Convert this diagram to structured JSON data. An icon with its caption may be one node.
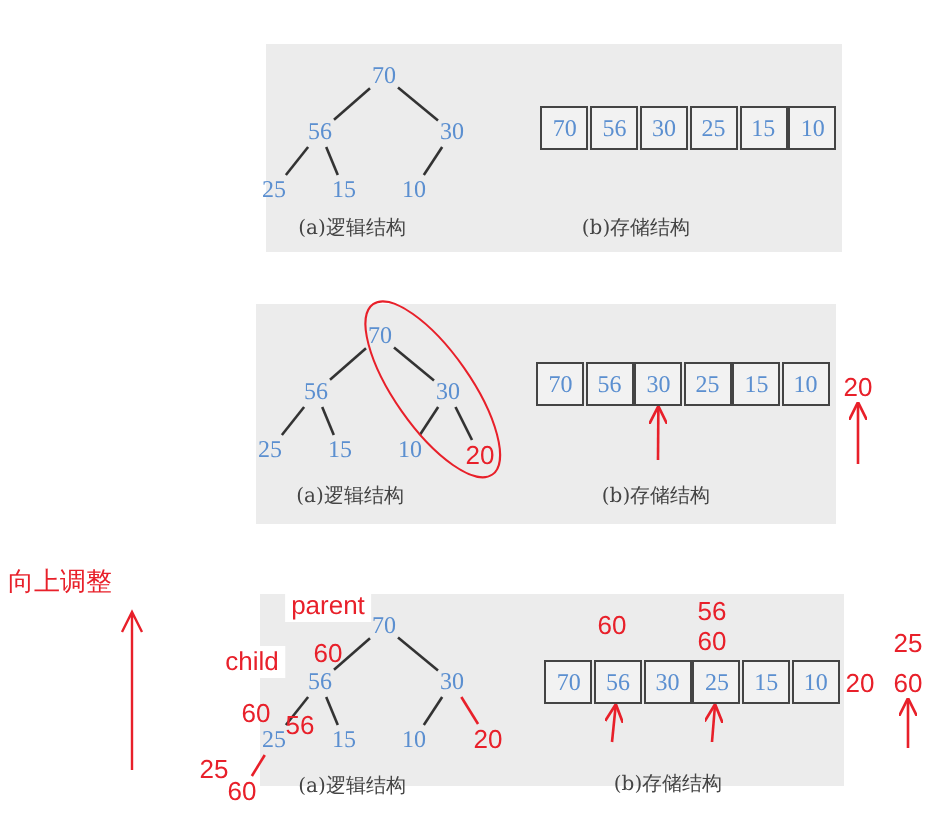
{
  "diagram": {
    "nodes": [
      {
        "text": [
          "70"
        ]
      },
      {
        "text": [
          "56"
        ]
      },
      {
        "text": [
          "30"
        ]
      },
      {
        "text": [
          "25"
        ]
      },
      {
        "text": [
          "15"
        ]
      },
      {
        "text": [
          "10"
        ]
      },
      {
        "text": [
          "70"
        ]
      },
      {
        "text": [
          "56"
        ]
      },
      {
        "text": [
          "30"
        ]
      },
      {
        "text": [
          "25"
        ]
      },
      {
        "text": [
          "15"
        ]
      },
      {
        "text": [
          "10"
        ]
      },
      {
        "text": [
          "70"
        ]
      },
      {
        "text": [
          "56"
        ]
      },
      {
        "text": [
          "30"
        ]
      },
      {
        "text": [
          "25"
        ]
      },
      {
        "text": [
          "15"
        ]
      },
      {
        "text": [
          "10"
        ]
      },
      {
        "text": [
          "20"
        ]
      },
      {
        "text": [
          "70"
        ]
      },
      {
        "text": [
          "56"
        ]
      },
      {
        "text": [
          "30"
        ]
      },
      {
        "text": [
          "25"
        ]
      },
      {
        "text": [
          "15"
        ]
      },
      {
        "text": [
          "10"
        ]
      },
      {
        "text": [
          "20"
        ]
      },
      {
        "text": [
          "70"
        ]
      },
      {
        "text": [
          "56"
        ]
      },
      {
        "text": [
          "30"
        ]
      },
      {
        "text": [
          "25"
        ]
      },
      {
        "text": [
          "15"
        ]
      },
      {
        "text": [
          "10"
        ]
      },
      {
        "text": [
          "20"
        ]
      },
      {
        "text": [
          "60"
        ]
      },
      {
        "text": [
          "70"
        ]
      },
      {
        "text": [
          "56"
        ]
      },
      {
        "text": [
          "30"
        ]
      },
      {
        "text": [
          "25"
        ]
      },
      {
        "text": [
          "15"
        ]
      },
      {
        "text": [
          "10"
        ]
      },
      {
        "text": [
          "20"
        ]
      },
      {
        "text": [
          "60"
        ]
      }
    ],
    "edges": [
      {
        "from": 0,
        "to": 1,
        "arrow": "none"
      },
      {
        "from": 0,
        "to": 2,
        "arrow": "none"
      },
      {
        "from": 1,
        "to": 3,
        "arrow": "none"
      },
      {
        "from": 1,
        "to": 4,
        "arrow": "none"
      },
      {
        "from": 2,
        "to": 5,
        "arrow": "none"
      },
      {
        "from": 12,
        "to": 13,
        "arrow": "none"
      },
      {
        "from": 12,
        "to": 14,
        "arrow": "none"
      },
      {
        "from": 13,
        "to": 15,
        "arrow": "none"
      },
      {
        "from": 13,
        "to": 16,
        "arrow": "none"
      },
      {
        "from": 14,
        "to": 17,
        "arrow": "none"
      },
      {
        "from": 14,
        "to": 18,
        "arrow": "none"
      },
      {
        "from": null,
        "to": 21,
        "arrow": "to",
        "color": "#e8202a"
      },
      {
        "from": null,
        "to": 25,
        "arrow": "to",
        "color": "#e8202a"
      },
      {
        "from": 26,
        "to": 27,
        "arrow": "none"
      },
      {
        "from": 26,
        "to": 28,
        "arrow": "none"
      },
      {
        "from": 27,
        "to": 29,
        "arrow": "none"
      },
      {
        "from": 27,
        "to": 30,
        "arrow": "none"
      },
      {
        "from": 28,
        "to": 31,
        "arrow": "none"
      },
      {
        "from": 28,
        "to": 32,
        "arrow": "none",
        "color": "#e8202a"
      },
      {
        "from": 29,
        "to": 33,
        "arrow": "none",
        "color": "#e8202a"
      },
      {
        "from": null,
        "to": 35,
        "arrow": "to",
        "color": "#e8202a"
      },
      {
        "from": null,
        "to": 37,
        "arrow": "to",
        "color": "#e8202a"
      },
      {
        "from": null,
        "to": 41,
        "arrow": "to",
        "color": "#e8202a"
      }
    ],
    "labels": [
      "(a)逻辑结构",
      "(b)存储结构",
      "(a)逻辑结构",
      "(b)存储结构",
      "向上调整",
      "parent",
      "60",
      "56",
      "60",
      "child",
      "60",
      "25",
      "60",
      "56",
      "25",
      "(a)逻辑结构",
      "(b)存储结构"
    ]
  }
}
